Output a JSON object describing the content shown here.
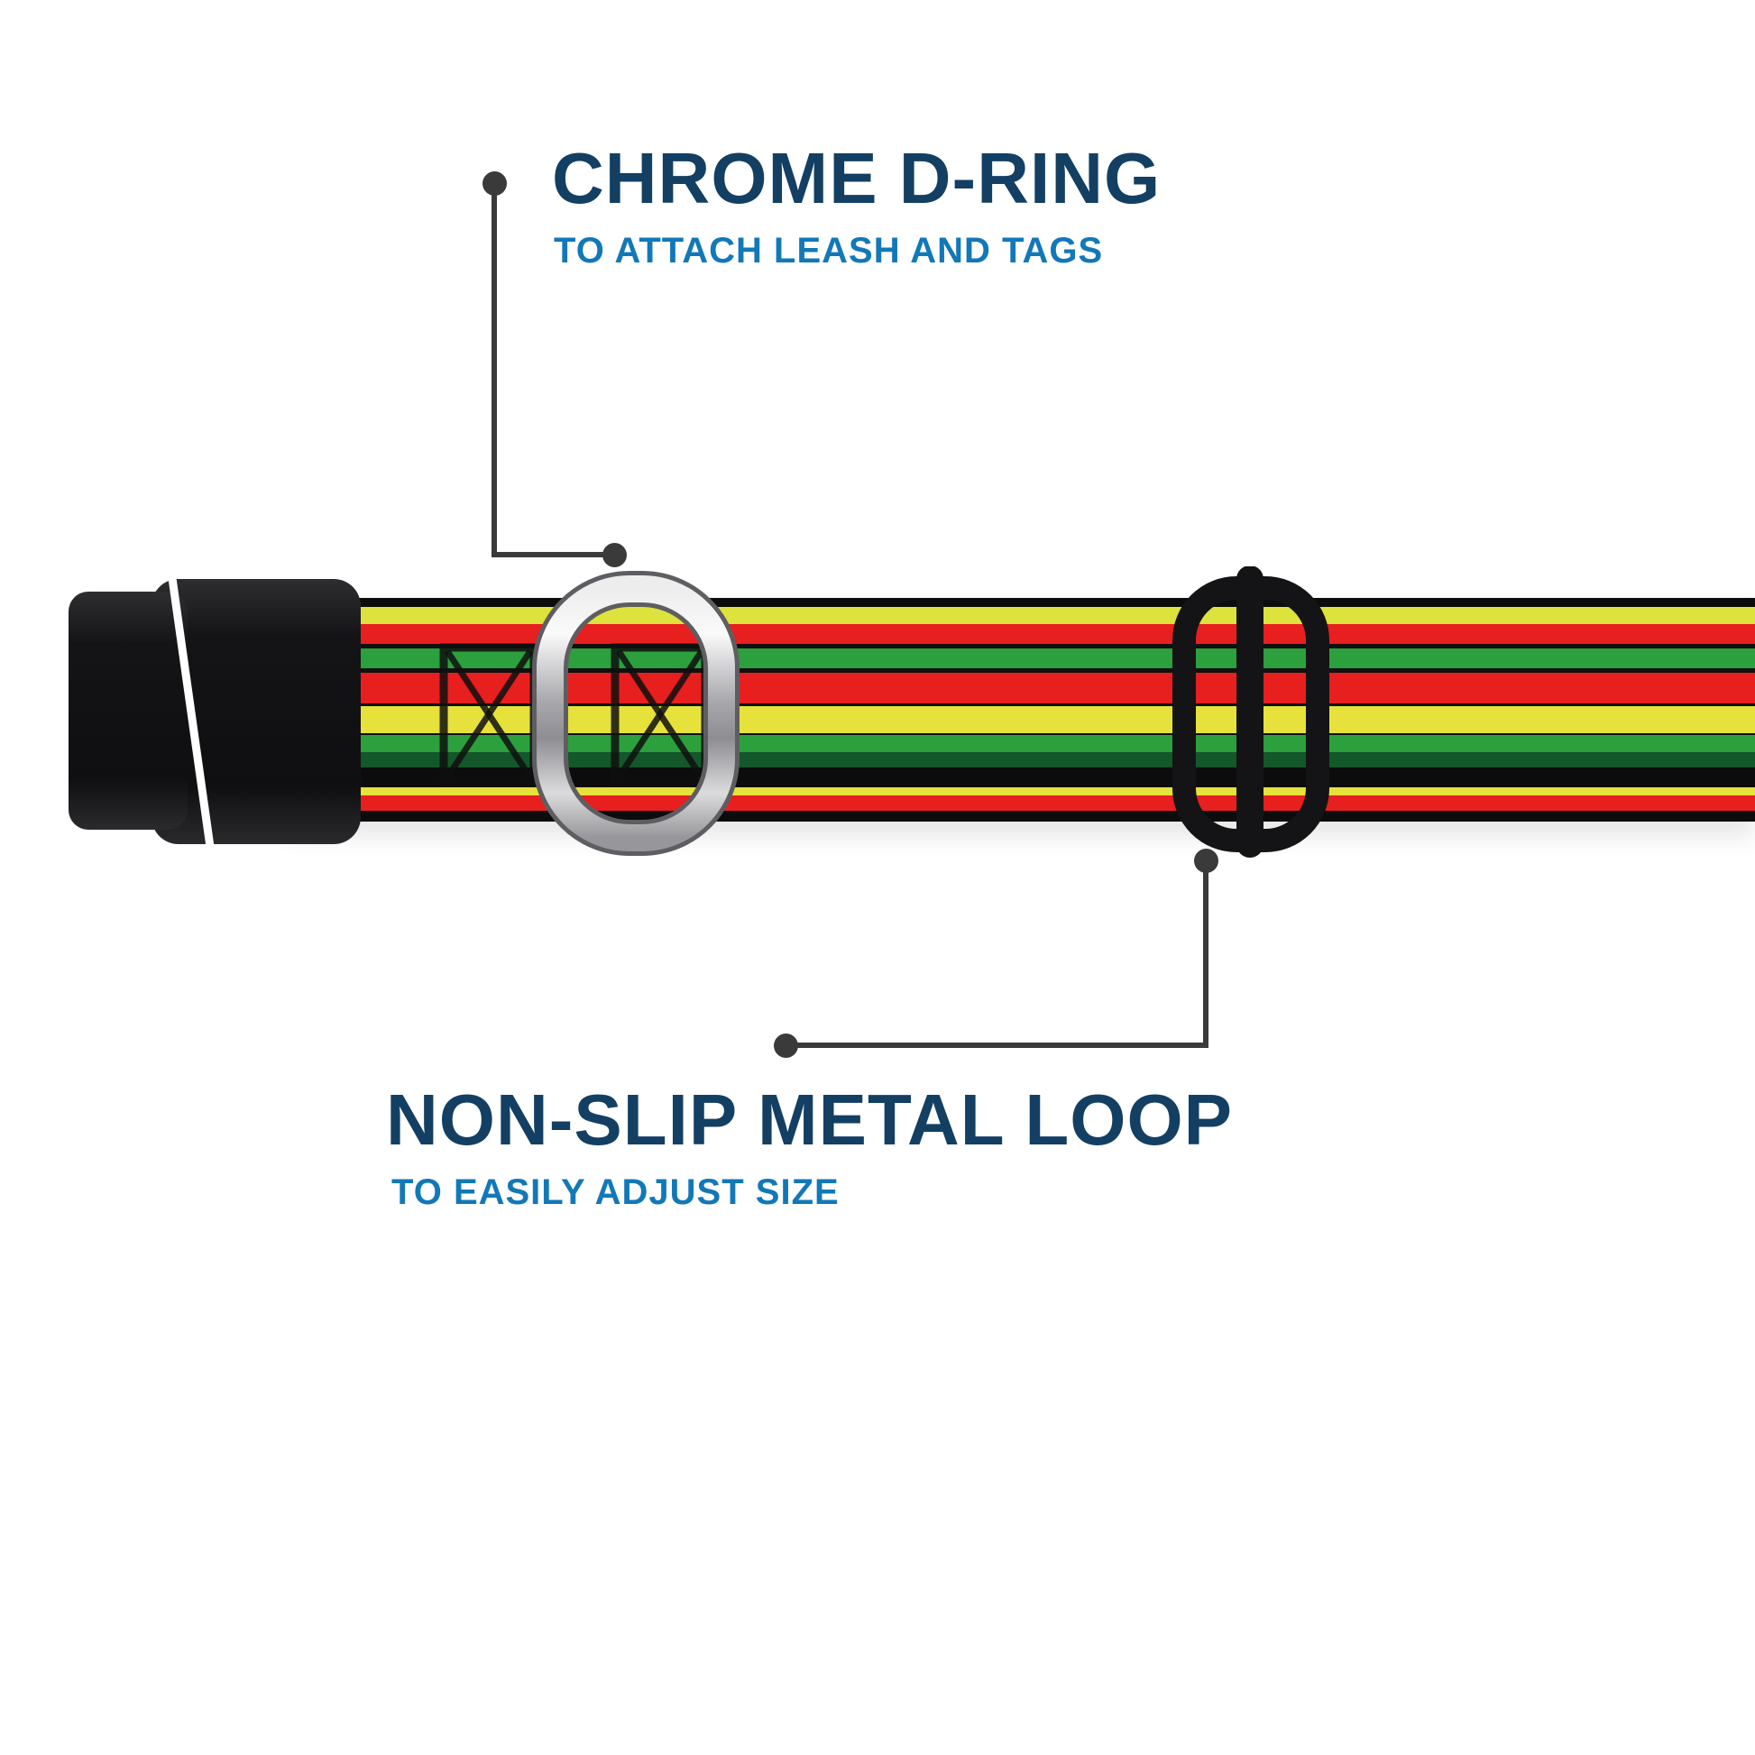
{
  "annotations": {
    "d_ring": {
      "title": "CHROME D-RING",
      "subtitle": "TO ATTACH LEASH AND TAGS"
    },
    "metal_loop": {
      "title": "NON-SLIP METAL LOOP",
      "subtitle": "TO EASILY ADJUST SIZE"
    }
  },
  "colors": {
    "title_navy": "#133f63",
    "subtitle_blue": "#1278b8",
    "callout_gray": "#3a3a3a",
    "buckle_black": "#141416",
    "chrome_silver": "#c9c9cd",
    "stripe_yellow": "#e2e23c",
    "stripe_red": "#e81f1f",
    "stripe_green": "#2ca03c",
    "stripe_dark_green": "#14572a",
    "stripe_black": "#0c0c0c"
  },
  "collar": {
    "stripes": [
      {
        "color": "#0c0c0c",
        "weight": 8
      },
      {
        "color": "#dde23c",
        "weight": 16
      },
      {
        "color": "#e81f1f",
        "weight": 18
      },
      {
        "color": "#101010",
        "weight": 4
      },
      {
        "color": "#2ca03c",
        "weight": 18
      },
      {
        "color": "#101010",
        "weight": 4
      },
      {
        "color": "#e81f1f",
        "weight": 28
      },
      {
        "color": "#101010",
        "weight": 3
      },
      {
        "color": "#e6e23b",
        "weight": 24
      },
      {
        "color": "#101010",
        "weight": 2
      },
      {
        "color": "#2ca03c",
        "weight": 16
      },
      {
        "color": "#14572a",
        "weight": 14
      },
      {
        "color": "#0c0c0c",
        "weight": 18
      },
      {
        "color": "#e6e23b",
        "weight": 7
      },
      {
        "color": "#e81f1f",
        "weight": 14
      },
      {
        "color": "#0c0c0c",
        "weight": 10
      }
    ]
  }
}
